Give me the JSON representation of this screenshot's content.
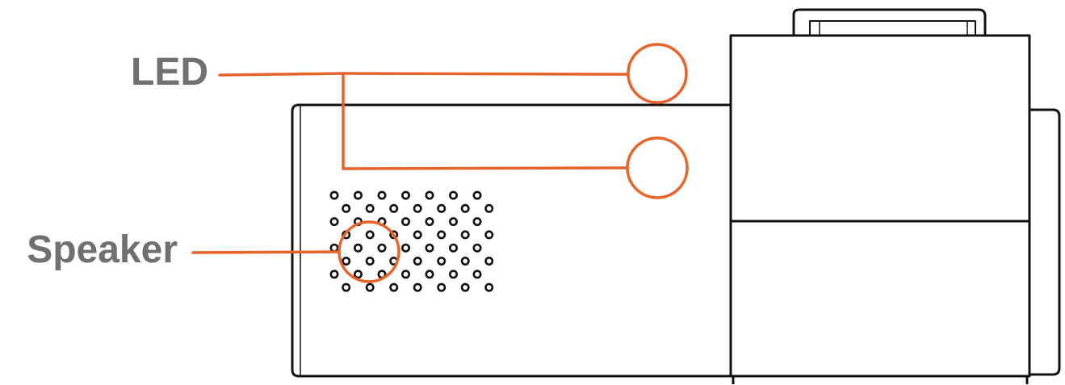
{
  "diagram": {
    "labels": {
      "led": "LED",
      "speaker": "Speaker"
    },
    "colors": {
      "outline": "#111111",
      "callout": "#e8622a",
      "label_text": "#707070",
      "background": "#ffffff"
    },
    "speaker_grille": {
      "rows": 8,
      "columns": 7
    }
  }
}
